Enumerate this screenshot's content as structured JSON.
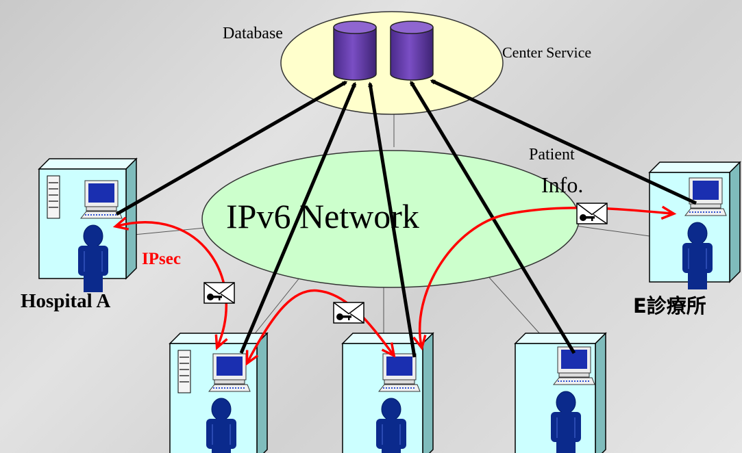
{
  "labels": {
    "database": "Database",
    "center_service": "Center Service",
    "patient": "Patient",
    "info": "Info.",
    "network": "IPv6 Network",
    "ipsec": "IPsec",
    "hospital_a": "Hospital A",
    "e_clinic": "E診療所"
  },
  "colors": {
    "secure_link": "#ff0000",
    "upload_arrow": "#000000",
    "database_cylinder": "#6a3fb4",
    "center_ellipse": "#ffffcc",
    "network_ellipse": "#ccffcc",
    "site_box": "#ccffff"
  },
  "icons": [
    "database-cylinder-icon",
    "server-icon",
    "computer-icon",
    "person-icon",
    "envelope-key-icon"
  ]
}
